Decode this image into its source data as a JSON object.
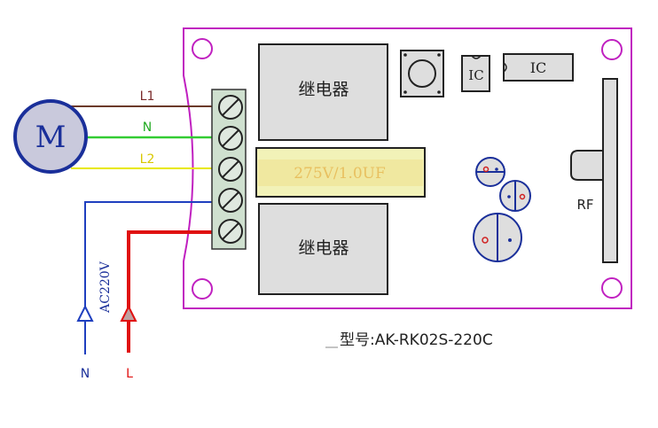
{
  "motor": {
    "label": "M"
  },
  "wires": {
    "l1": {
      "label": "L1",
      "color": "#6b3a2a"
    },
    "n_motor": {
      "label": "N",
      "color": "#33cc33"
    },
    "l2": {
      "label": "L2",
      "color": "#e8e800"
    },
    "neutral_in": {
      "color": "#1f3fbf"
    },
    "live_in": {
      "color": "#e01010"
    }
  },
  "supply": {
    "voltage_label": "AC220V",
    "neutral_label": "N",
    "live_label": "L"
  },
  "board": {
    "border_color": "#c020c0",
    "relay_top_label": "继电器",
    "relay_bottom_label": "继电器",
    "capacitor_label": "275V/1.0UF",
    "ic_small_label": "IC",
    "ic_large_label": "IC",
    "antenna_label": "RF"
  },
  "model": {
    "text": "型号:AK-RK02S-220C"
  }
}
